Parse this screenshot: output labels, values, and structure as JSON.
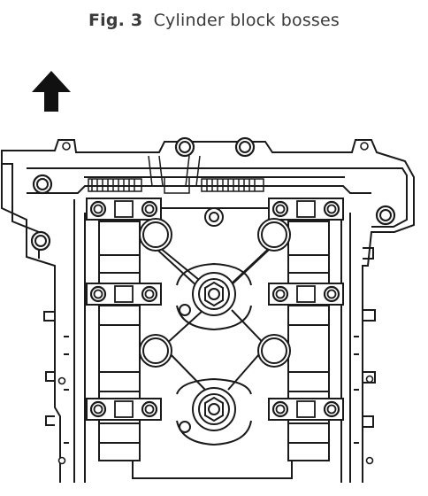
{
  "figure": {
    "label": "Fig. 3",
    "title": "Cylinder block bosses"
  },
  "drawing": {
    "subject": "engine-cylinder-block-top-view",
    "line_color": "#1a1a1a",
    "background": "#ffffff",
    "icons": [
      "up-arrow-icon"
    ]
  }
}
